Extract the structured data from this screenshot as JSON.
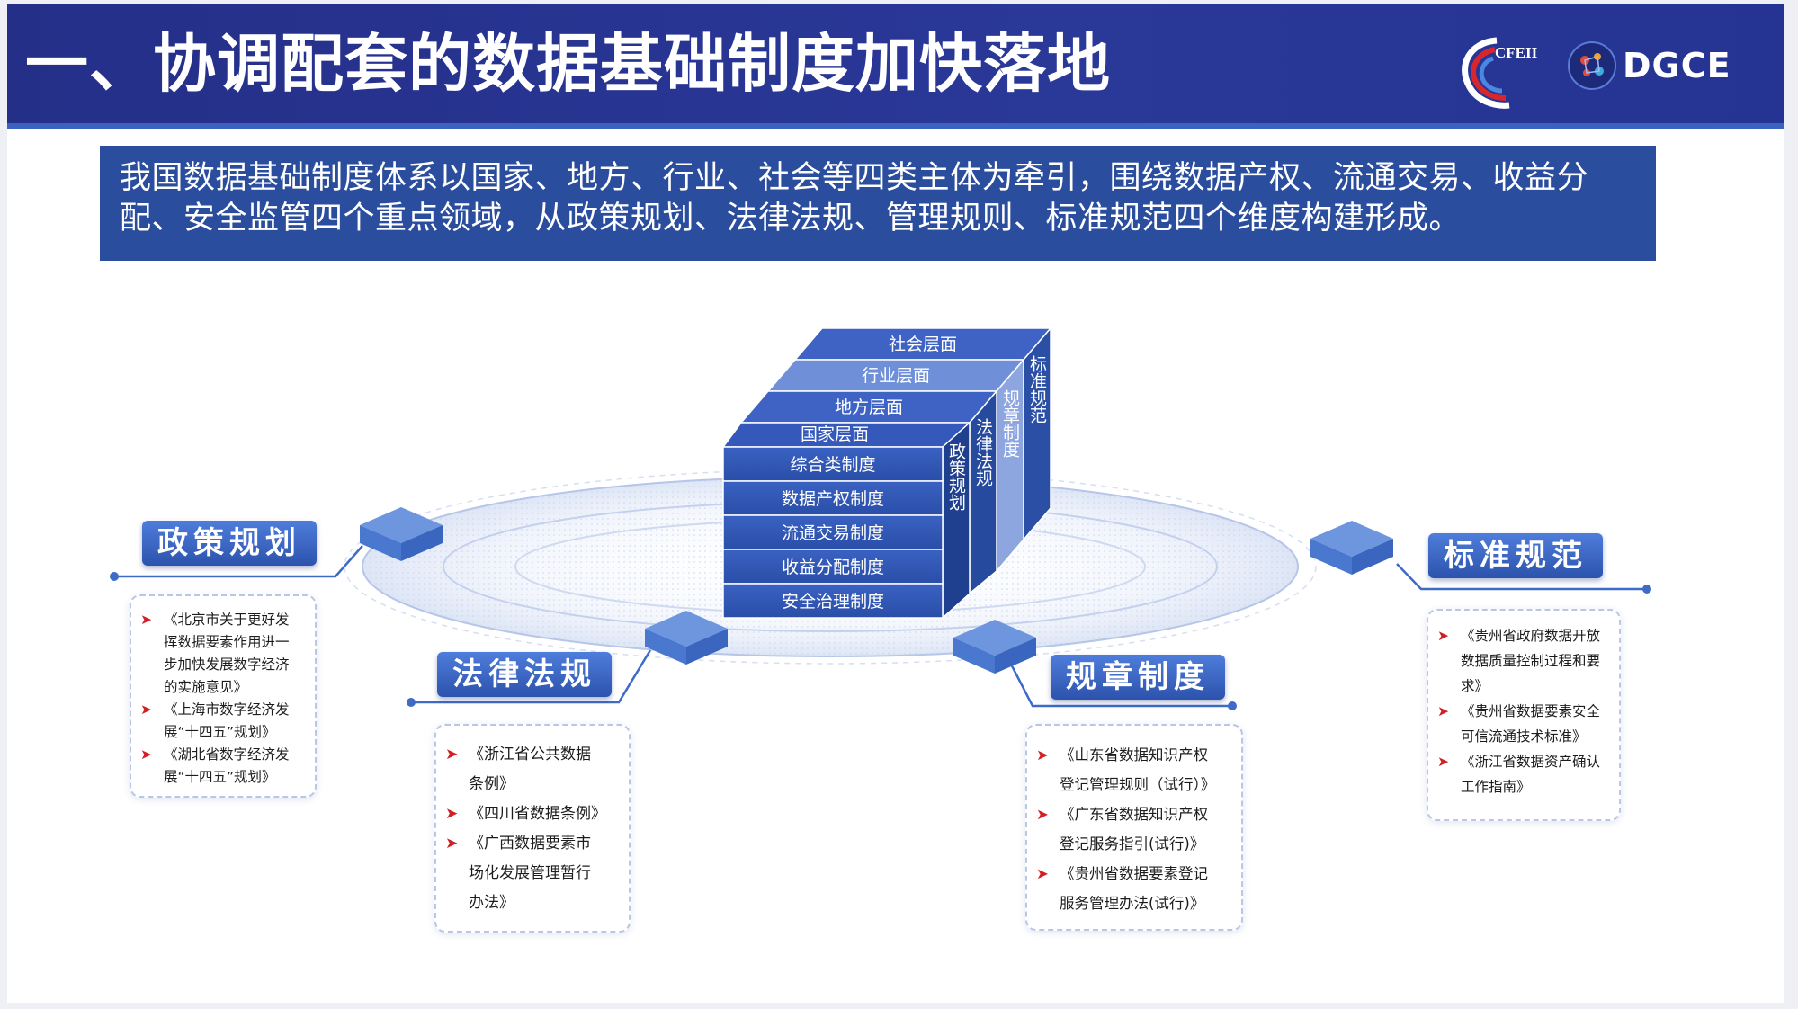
{
  "header": {
    "title": "一、协调配套的数据基础制度加快落地",
    "logo_left_text": "CFEII",
    "logo_right_text": "DGCE"
  },
  "intro": {
    "text": "我国数据基础制度体系以国家、地方、行业、社会等四类主体为牵引，围绕数据产权、流通交易、收益分配、安全监管四个重点领域，从政策规划、法律法规、管理规则、标准规范四个维度构建形成。"
  },
  "cube": {
    "layers": [
      "社会层面",
      "行业层面",
      "地方层面",
      "国家层面"
    ],
    "front_rows": [
      "综合类制度",
      "数据产权制度",
      "流通交易制度",
      "收益分配制度",
      "安全治理制度"
    ],
    "side_columns": [
      "政策规划",
      "法律法规",
      "规章制度",
      "标准规范"
    ]
  },
  "categories": [
    {
      "label": "政策规划",
      "items": [
        [
          "《北京市关于更好发",
          "挥数据要素作用进一",
          "步加快发展数字经济",
          "的实施意见》"
        ],
        [
          "《上海市数字经济发",
          "展“十四五”规划》"
        ],
        [
          "《湖北省数字经济发",
          "展“十四五”规划》"
        ]
      ]
    },
    {
      "label": "法律法规",
      "items": [
        [
          "《浙江省公共数据",
          "条例》"
        ],
        [
          "《四川省数据条例》"
        ],
        [
          "《广西数据要素市",
          "场化发展管理暂行",
          "办法》"
        ]
      ]
    },
    {
      "label": "规章制度",
      "items": [
        [
          "《山东省数据知识产权",
          "登记管理规则（试行）》"
        ],
        [
          "《广东省数据知识产权",
          "登记服务指引(试行)》"
        ],
        [
          "《贵州省数据要素登记",
          "服务管理办法(试行)》"
        ]
      ]
    },
    {
      "label": "标准规范",
      "items": [
        [
          "《贵州省政府数据开放",
          "数据质量控制过程和要",
          "求》"
        ],
        [
          "《贵州省数据要素安全",
          "可信流通技术标准》"
        ],
        [
          "《浙江省数据资产确认",
          "工作指南》"
        ]
      ]
    }
  ],
  "colors": {
    "header_bg": "#242f88",
    "intro_bg": "#2b4d9e",
    "cube_front": "#2f55b7",
    "cube_top": "#3e66c5",
    "bullet": "#d21f26"
  }
}
